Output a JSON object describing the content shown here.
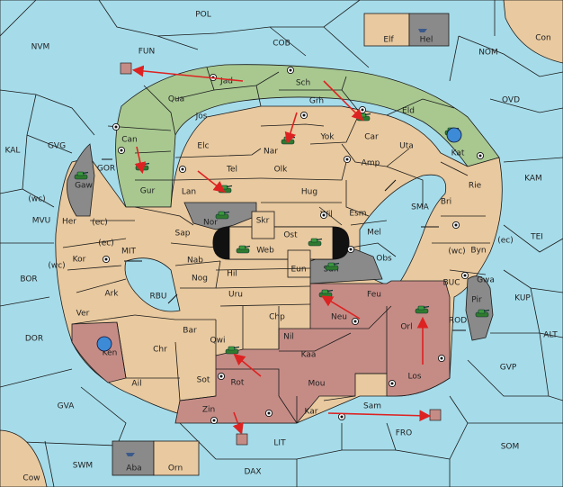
{
  "provinces": {
    "POL": "POL",
    "NVM": "NVM",
    "FUN": "FUN",
    "COB": "COB",
    "NOM": "NOM",
    "Con": "Con",
    "Elf": "Elf",
    "Hel": "Hel",
    "OVD": "OVD",
    "KAL": "KAL",
    "GVG": "GVG",
    "GOR": "GOR",
    "KAM": "KAM",
    "SMA": "SMA",
    "TEI": "TEI",
    "MVU": "MVU",
    "MIT": "MIT",
    "BOR": "BOR",
    "RBU": "RBU",
    "BUC": "BUC",
    "KUP": "KUP",
    "ROD": "ROD",
    "DOR": "DOR",
    "ALT": "ALT",
    "GVP": "GVP",
    "GVA": "GVA",
    "LIT": "LIT",
    "FRO": "FRO",
    "SOM": "SOM",
    "SWM": "SWM",
    "DAX": "DAX",
    "Cow": "Cow",
    "Aba": "Aba",
    "Orn": "Orn",
    "Jad": "Jad",
    "Sch": "Sch",
    "Qua": "Qua",
    "Jos": "Jos",
    "Grh": "Grh",
    "Eld": "Eld",
    "Can": "Can",
    "Car": "Car",
    "Elc": "Elc",
    "Nar": "Nar",
    "Yok": "Yok",
    "Uta": "Uta",
    "Kat": "Kat",
    "Gaw": "Gaw",
    "Gur": "Gur",
    "Tel": "Tel",
    "Olk": "Olk",
    "Amp": "Amp",
    "Lan": "Lan",
    "Hug": "Hug",
    "Rie": "Rie",
    "Bri": "Bri",
    "Her": "Her",
    "wc1": "(wc)",
    "ec1": "(ec)",
    "Nor": "Nor",
    "Skr": "Skr",
    "Wil": "Wil",
    "Esm": "Esm",
    "Sap": "Sap",
    "Ost": "Ost",
    "Mel": "Mel",
    "Web": "Web",
    "ec2": "(ec)",
    "Kor": "Kor",
    "wc2": "(wc)",
    "Nab": "Nab",
    "Obs": "Obs",
    "Byn": "Byn",
    "wc3": "(wc)",
    "ec3": "(ec)",
    "Eun": "Eun",
    "Sun": "Sun",
    "Hil": "Hil",
    "Gwa": "Gwa",
    "Ark": "Ark",
    "Nog": "Nog",
    "Uru": "Uru",
    "Feu": "Feu",
    "Pir": "Pir",
    "Neu": "Neu",
    "Ver": "Ver",
    "Chp": "Chp",
    "Orl": "Orl",
    "Bar": "Bar",
    "Qwi": "Qwi",
    "Nil": "Nil",
    "Ken": "Ken",
    "Chr": "Chr",
    "Kaa": "Kaa",
    "Los": "Los",
    "Rot": "Rot",
    "Sot": "Sot",
    "Ail": "Ail",
    "Mou": "Mou",
    "Zin": "Zin",
    "Kar": "Kar",
    "Sam": "Sam"
  },
  "colors": {
    "sea": "#a6dcea",
    "land": "#e9c99f",
    "green": "#a8c890",
    "red": "#c58c86",
    "gray": "#8a8a8a",
    "arrow": "#dd2222"
  },
  "icons": [
    "tank-icon",
    "fleet-icon",
    "supply-center-icon",
    "home-center-icon",
    "move-arrow-icon"
  ]
}
